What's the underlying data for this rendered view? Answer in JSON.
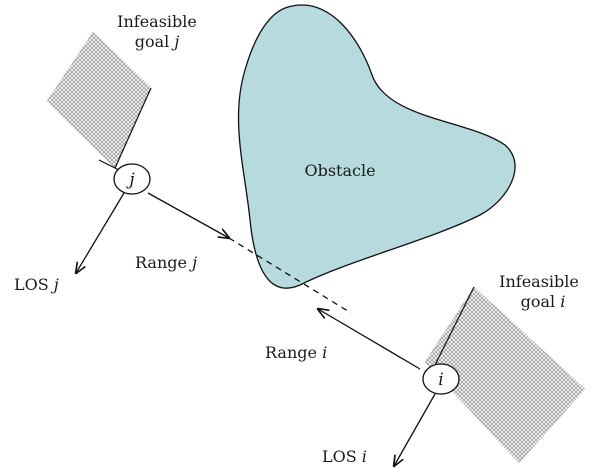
{
  "diagram": {
    "obstacle": {
      "label": "Obstacle",
      "fill": "#b7dade"
    },
    "node_i": {
      "label": "i"
    },
    "node_j": {
      "label": "j"
    },
    "goal_i": {
      "line1": "Infeasible",
      "line2_prefix": "goal ",
      "line2_var": "i"
    },
    "goal_j": {
      "line1": "Infeasible",
      "line2_prefix": "goal ",
      "line2_var": "j"
    },
    "range_i": {
      "prefix": "Range ",
      "var": "i"
    },
    "range_j": {
      "prefix": "Range ",
      "var": "j"
    },
    "los_i": {
      "prefix": "LOS ",
      "var": "i"
    },
    "los_j": {
      "prefix": "LOS ",
      "var": "j"
    },
    "colors": {
      "stroke": "#111111",
      "hatch": "#9a9a9a"
    }
  }
}
